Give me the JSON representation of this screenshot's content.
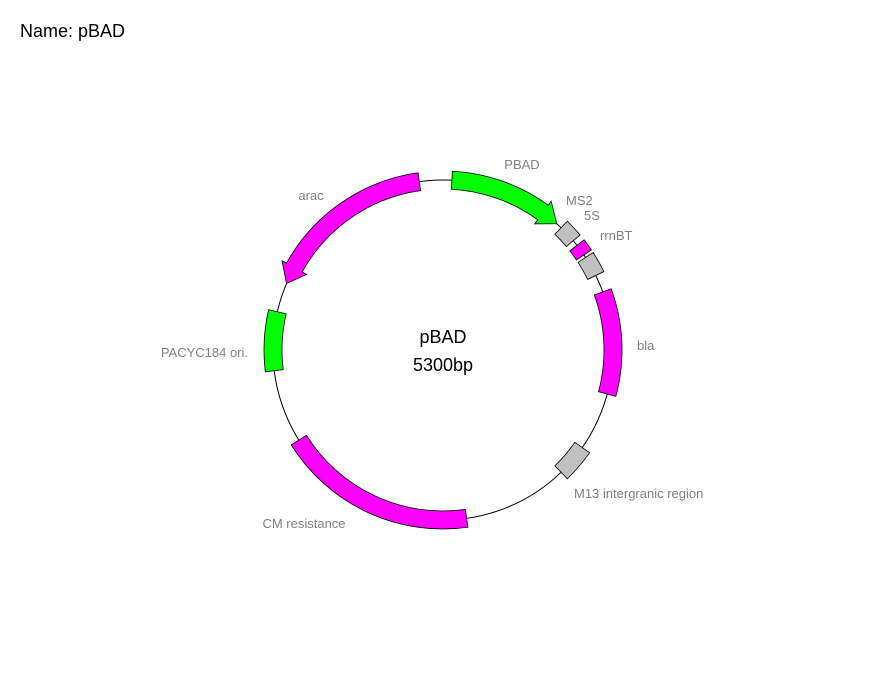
{
  "header": {
    "name_label": "Name:",
    "name_value": "pBAD"
  },
  "plasmid": {
    "name": "pBAD",
    "size_label": "5300bp",
    "features": [
      {
        "id": "pbad",
        "label": "PBAD",
        "color": "#00ff00",
        "direction": "forward"
      },
      {
        "id": "ms2",
        "label": "MS2",
        "color": "#c0c0c0",
        "direction": "none"
      },
      {
        "id": "5s",
        "label": "5S",
        "color": "#ff00ff",
        "direction": "none"
      },
      {
        "id": "rrnbt",
        "label": "rrnBT",
        "color": "#c0c0c0",
        "direction": "none"
      },
      {
        "id": "bla",
        "label": "bla",
        "color": "#ff00ff",
        "direction": "none"
      },
      {
        "id": "m13",
        "label": "M13 intergranic region",
        "color": "#c0c0c0",
        "direction": "none"
      },
      {
        "id": "cm",
        "label": "CM resistance",
        "color": "#ff00ff",
        "direction": "none"
      },
      {
        "id": "pacyc",
        "label": "PACYC184 ori.",
        "color": "#00ff00",
        "direction": "none"
      },
      {
        "id": "arac",
        "label": "arac",
        "color": "#ff00ff",
        "direction": "reverse"
      }
    ]
  }
}
